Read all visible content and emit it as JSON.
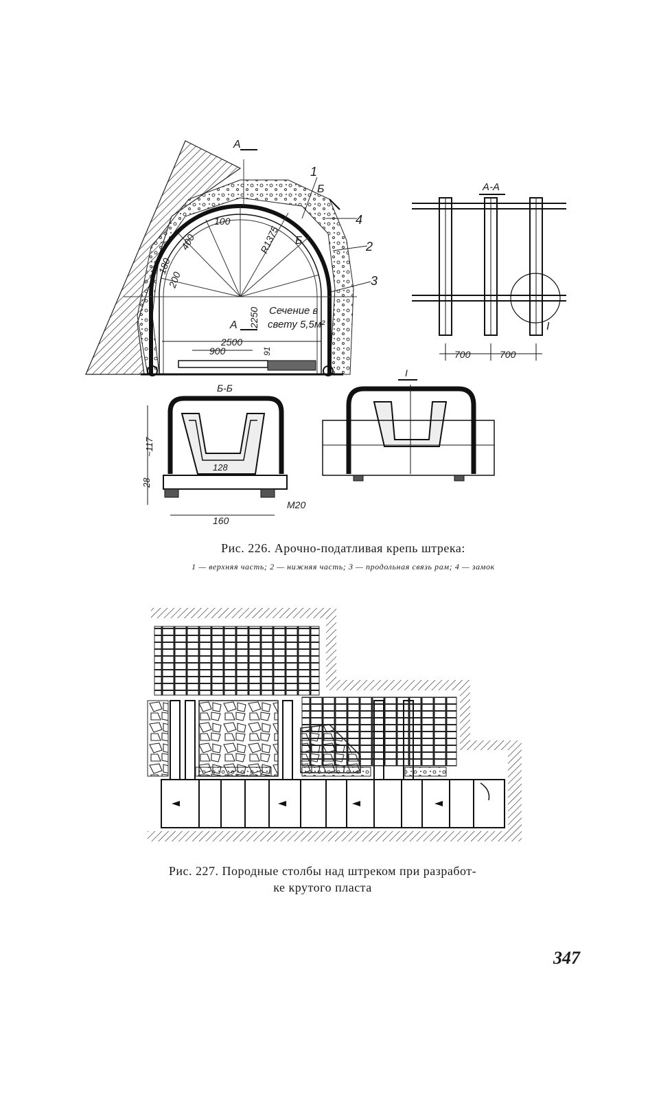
{
  "figure226": {
    "labels": {
      "section_a": "А",
      "section_aa": "А-А",
      "section_b": "Б",
      "section_bb": "Б-Б",
      "detail_i": "I",
      "n1": "1",
      "n2": "2",
      "n3": "3",
      "n4": "4",
      "dim_100": "100",
      "dim_400": "400",
      "dim_180": "180",
      "dim_200": "200",
      "dim_r1375": "R1375",
      "dim_2250": "2250",
      "dim_2500": "2500",
      "dim_900": "900",
      "dim_91": "91",
      "dim_700a": "700",
      "dim_700b": "700",
      "dim_117": "~117",
      "dim_28": "28",
      "dim_128": "128",
      "dim_160": "160",
      "dim_m20": "M20",
      "section_area_l1": "Сечение в",
      "section_area_l2": "свету 5,5м²"
    },
    "caption_title": "Рис. 226. Арочно-податливая крепь штрека:",
    "caption_legend": "1 — верхняя часть; 2 — нижняя часть; 3 — продольная связь рам; 4 — замок"
  },
  "figure227": {
    "caption_line1": "Рис. 227. Породные столбы над штреком при разработ-",
    "caption_line2": "ке крутого пласта"
  },
  "page_number": "347"
}
